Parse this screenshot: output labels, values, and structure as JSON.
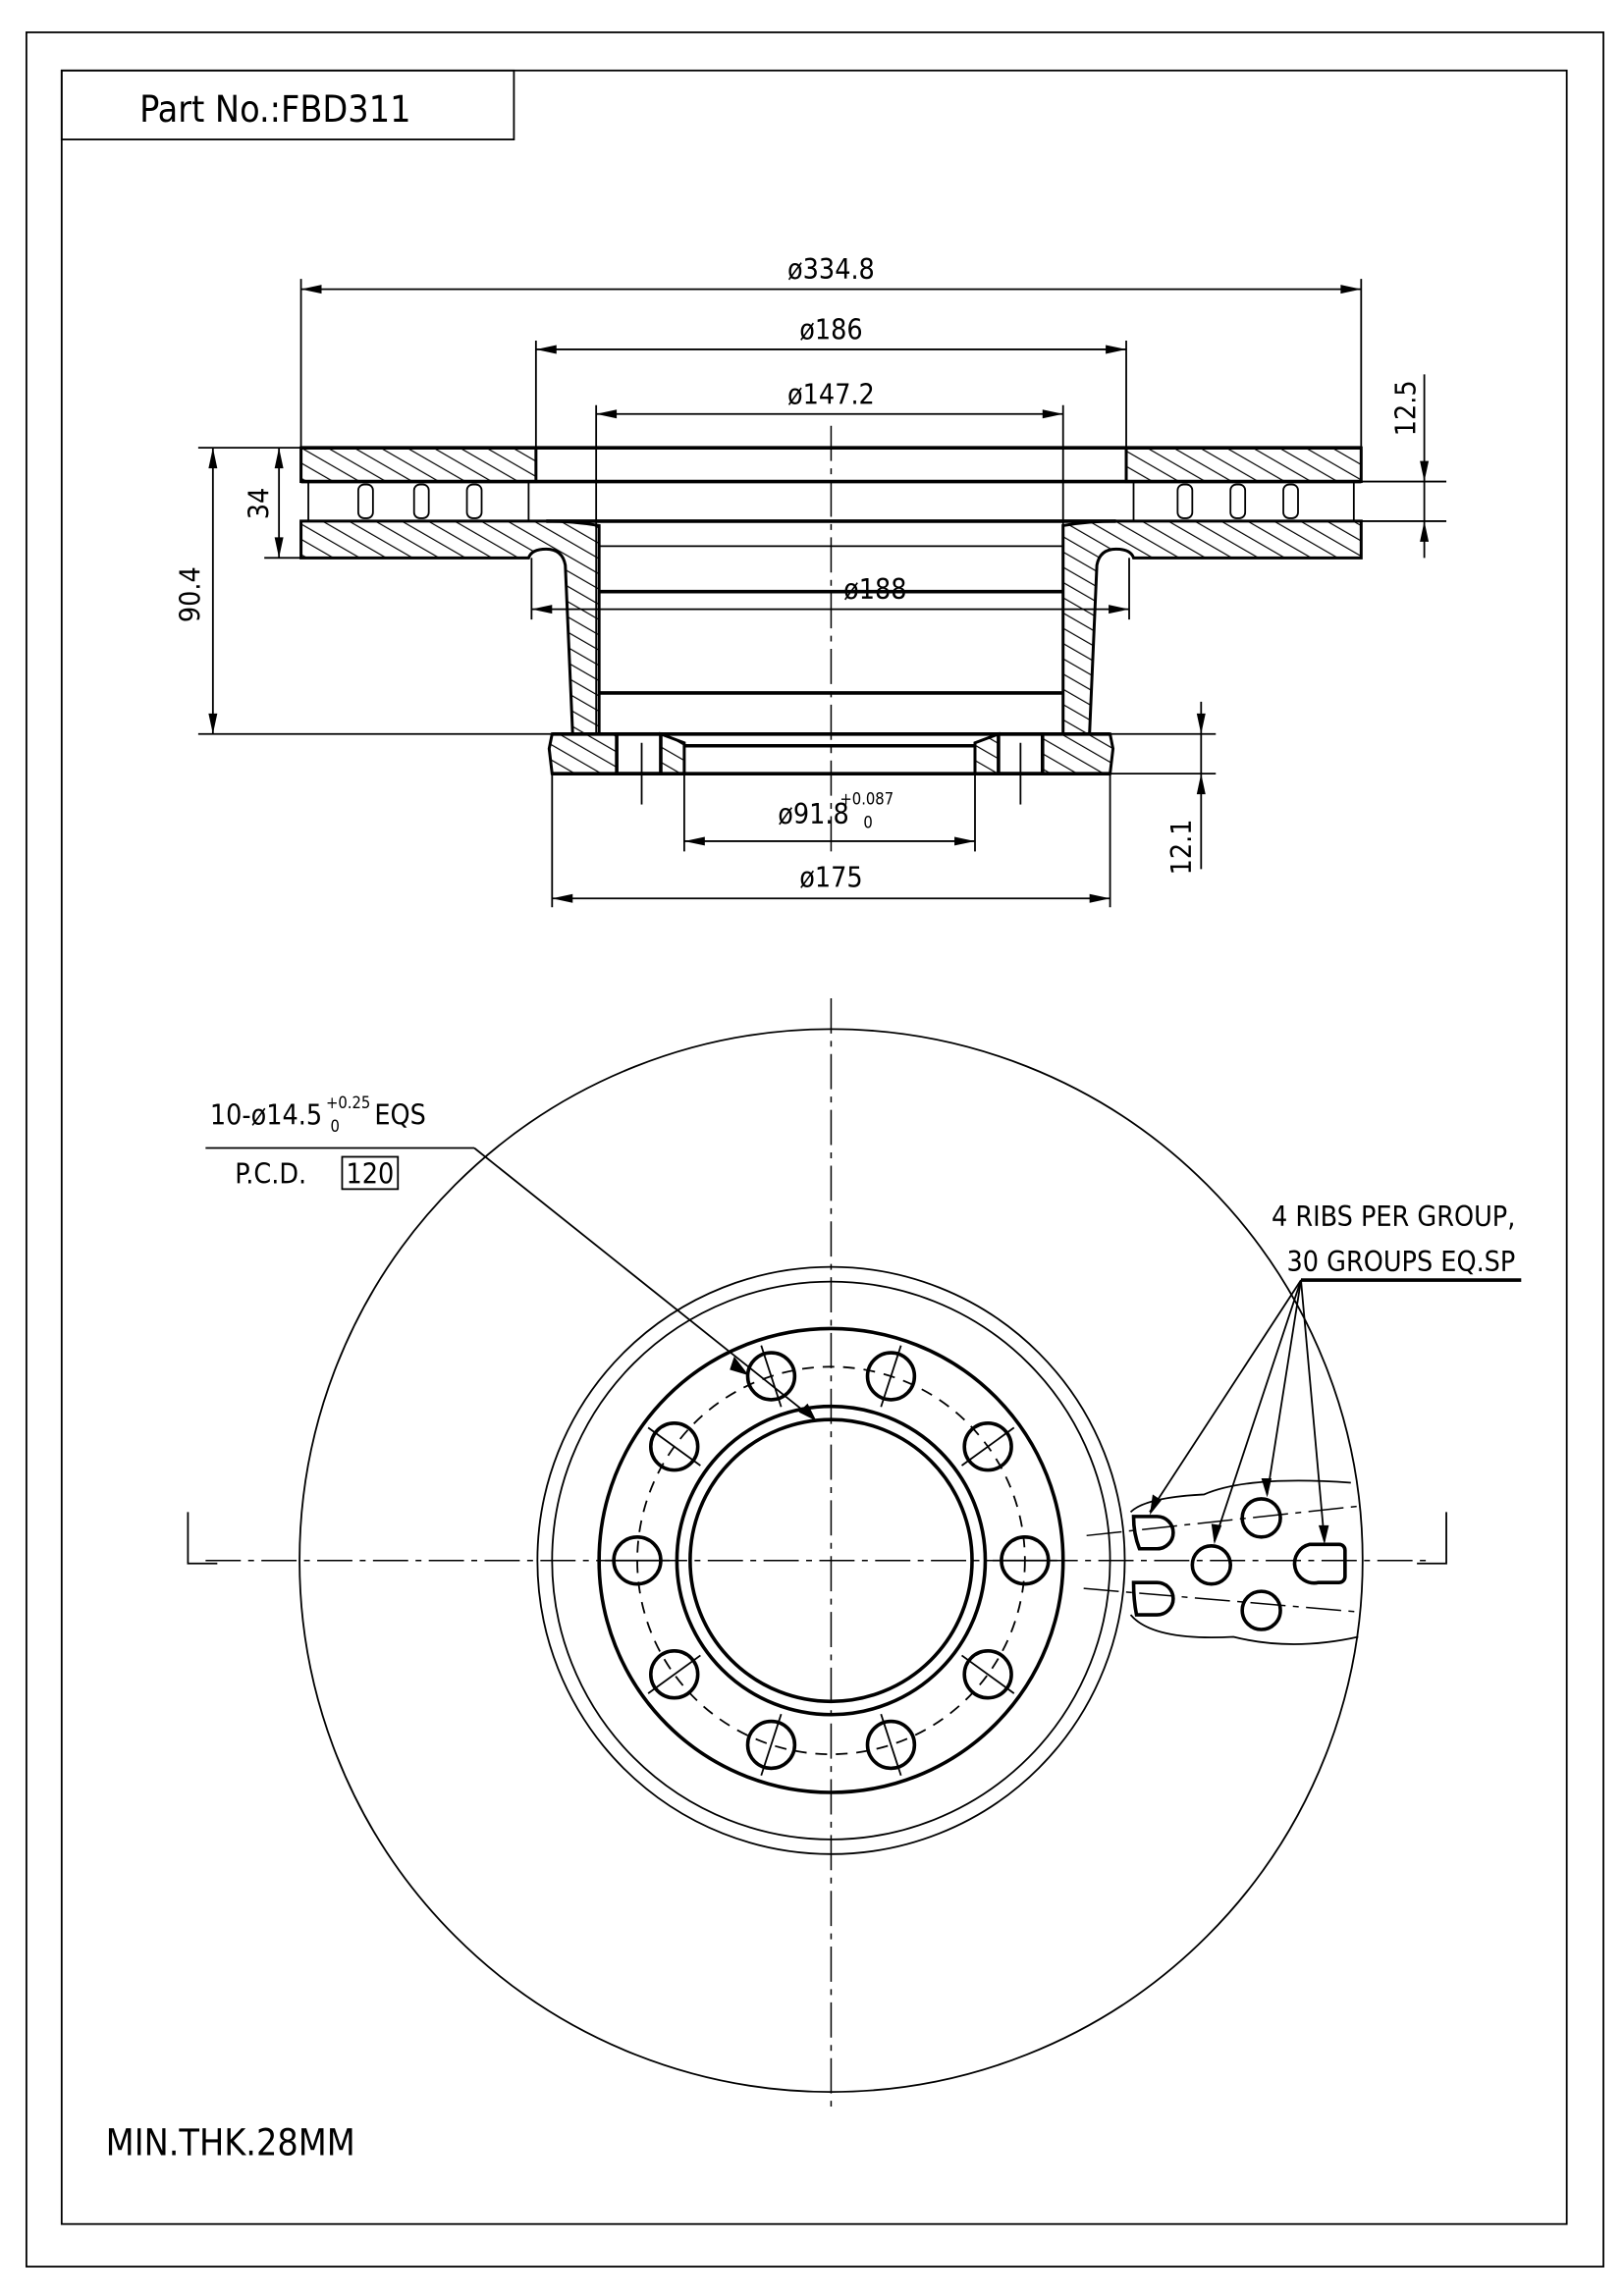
{
  "title_block": {
    "part_no_label": "Part No.:",
    "part_no": "FBD311"
  },
  "section_view": {
    "dims": {
      "outer_diameter": "ø334.8",
      "d186": "ø186",
      "d147": "ø147.2",
      "d188": "ø188",
      "d91": "ø91.8",
      "d91_tol_upper": "+0.087",
      "d91_tol_lower": "0",
      "d175": "ø175",
      "thickness": "34",
      "height": "90.4",
      "plate": "12.5",
      "flange": "12.1"
    }
  },
  "face_view": {
    "bolt_callout": {
      "prefix": "10-ø14.5",
      "tol_upper": "+0.25",
      "tol_lower": "0",
      "suffix": " EQS"
    },
    "pcd_label": "P.C.D.",
    "pcd_value": "120",
    "bolt_hole_count": 10,
    "rib_note_line1": "4 RIBS PER GROUP,",
    "rib_note_line2": "30 GROUPS EQ.SP"
  },
  "footer_note": "MIN.THK.28MM"
}
